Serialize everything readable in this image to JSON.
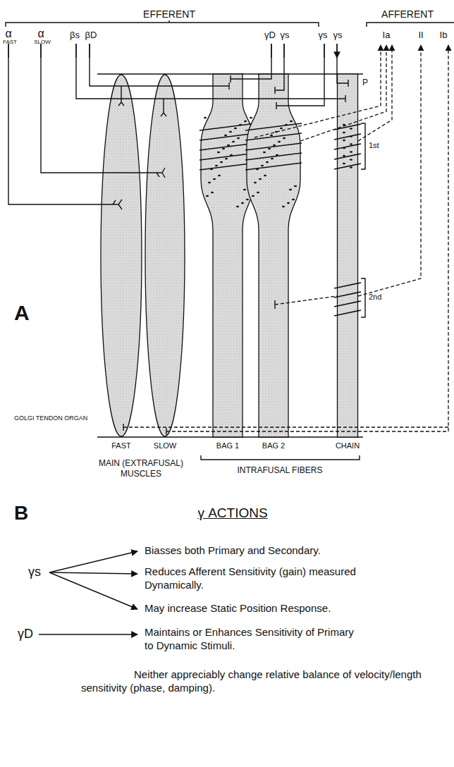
{
  "diagram": {
    "nodes": [
      {
        "text": [
          "FAST"
        ]
      },
      {
        "text": [
          "SLOW"
        ]
      },
      {
        "text": [
          "BAG 1"
        ]
      },
      {
        "text": [
          "BAG 2"
        ]
      },
      {
        "text": [
          "CHAIN"
        ]
      }
    ],
    "labels": [
      "EFFERENT",
      "AFFERENT",
      "α",
      "FAST",
      "α",
      "SLOW",
      "βs",
      "βD",
      "γD",
      "γs",
      "γs",
      "γs",
      "Ia",
      "II",
      "Ib",
      "P",
      "1st",
      "2nd",
      "A",
      "GOLGI TENDON ORGAN",
      "MAIN (EXTRAFUSAL) MUSCLES",
      "INTRAFUSAL FIBERS",
      "B",
      "γ ACTIONS",
      "γs",
      "Biasses both Primary and Secondary.",
      "Reduces Afferent Sensitivity (gain) measured Dynamically.",
      "May increase Static Position Response.",
      "γD",
      "Maintains or Enhances Sensitivity of Primary to Dynamic Stimuli.",
      "Neither appreciably change relative balance of velocity/length sensitivity (phase, damping)."
    ]
  }
}
